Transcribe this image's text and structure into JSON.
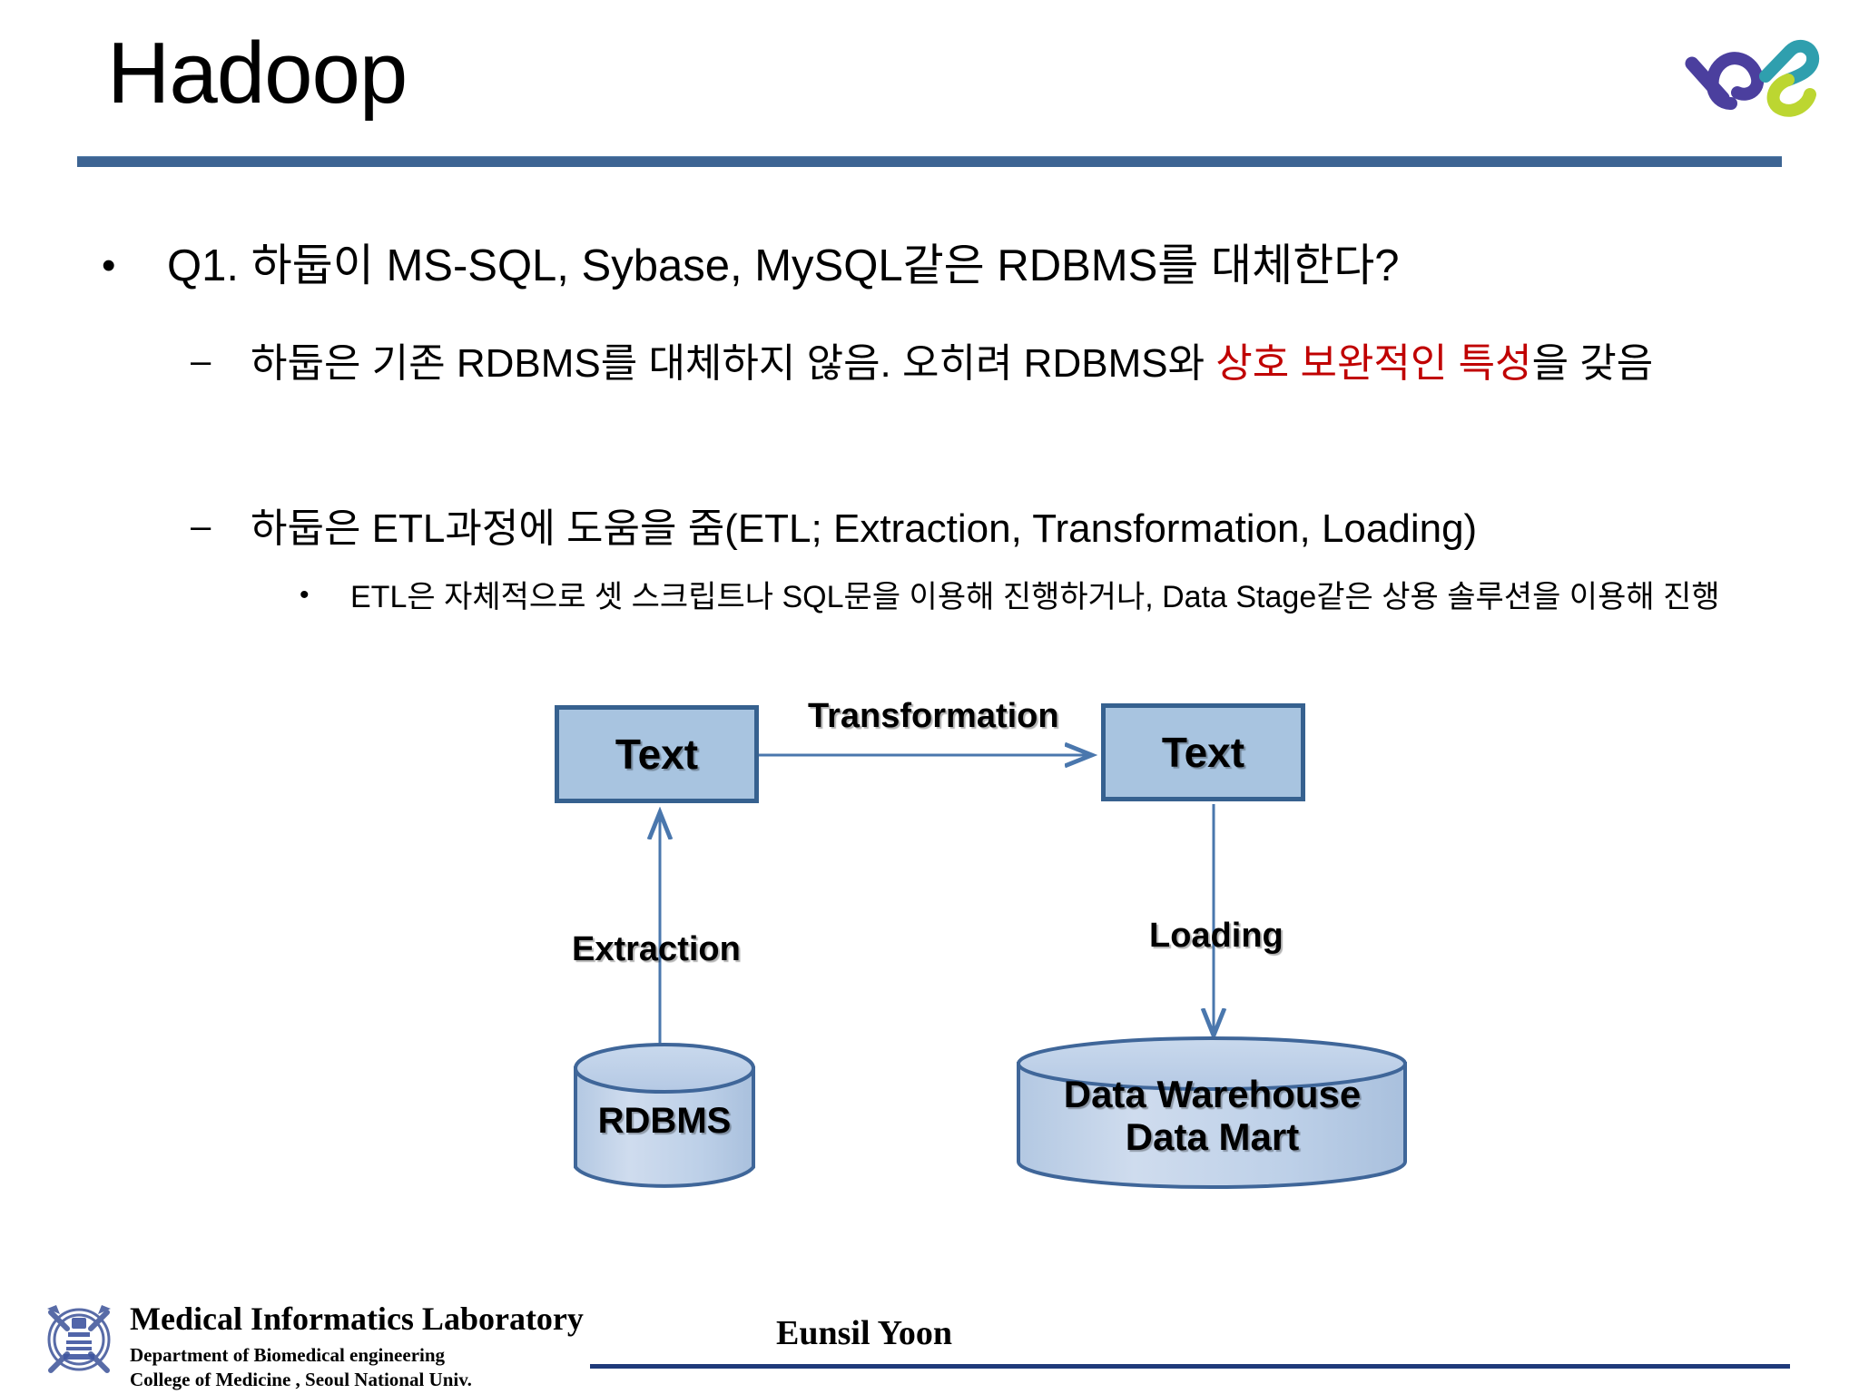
{
  "slide": {
    "title": "Hadoop",
    "accent_color": "#3d6493",
    "highlight_color": "#c00000"
  },
  "logo": {
    "name": "ms-monogram-logo",
    "colors": [
      "#4b3f9e",
      "#2f9fae",
      "#bcd631"
    ]
  },
  "content": {
    "bullet1": {
      "marker": "•",
      "text": "Q1. 하둡이 MS-SQL, Sybase, MySQL같은 RDBMS를 대체한다?"
    },
    "bullet2a": {
      "marker": "–",
      "text_before": "하둡은 기존 RDBMS를 대체하지 않음. 오히려 RDBMS와 ",
      "text_highlight": "상호 보완적인 특성",
      "text_after": "을 갖음"
    },
    "bullet2b": {
      "marker": "–",
      "text": "하둡은 ETL과정에 도움을 줌(ETL; Extraction, Transformation, Loading)"
    },
    "bullet3": {
      "marker": "•",
      "text": "ETL은 자체적으로 셋 스크립트나 SQL문을 이용해 진행하거나, Data Stage같은 상용 솔루션을 이용해 진행"
    }
  },
  "diagram": {
    "box_left_label": "Text",
    "box_right_label": "Text",
    "arrow_transformation": "Transformation",
    "arrow_extraction": "Extraction",
    "arrow_loading": "Loading",
    "cylinder_source": "RDBMS",
    "cylinder_target_line1": "Data Warehouse",
    "cylinder_target_line2": "Data Mart",
    "box_fill": "#a8c4e0",
    "box_border": "#36618f",
    "cylinder_fill": "#bed0e6",
    "cylinder_border": "#3f6699",
    "connector_color": "#4a77ad"
  },
  "footer": {
    "lab_name": "Medical  Informatics Laboratory",
    "dept_line1": "Department of Biomedical engineering",
    "dept_line2": "College of Medicine , Seoul  National  Univ.",
    "presenter": "Eunsil Yoon",
    "rule_color": "#1f3a7a"
  }
}
